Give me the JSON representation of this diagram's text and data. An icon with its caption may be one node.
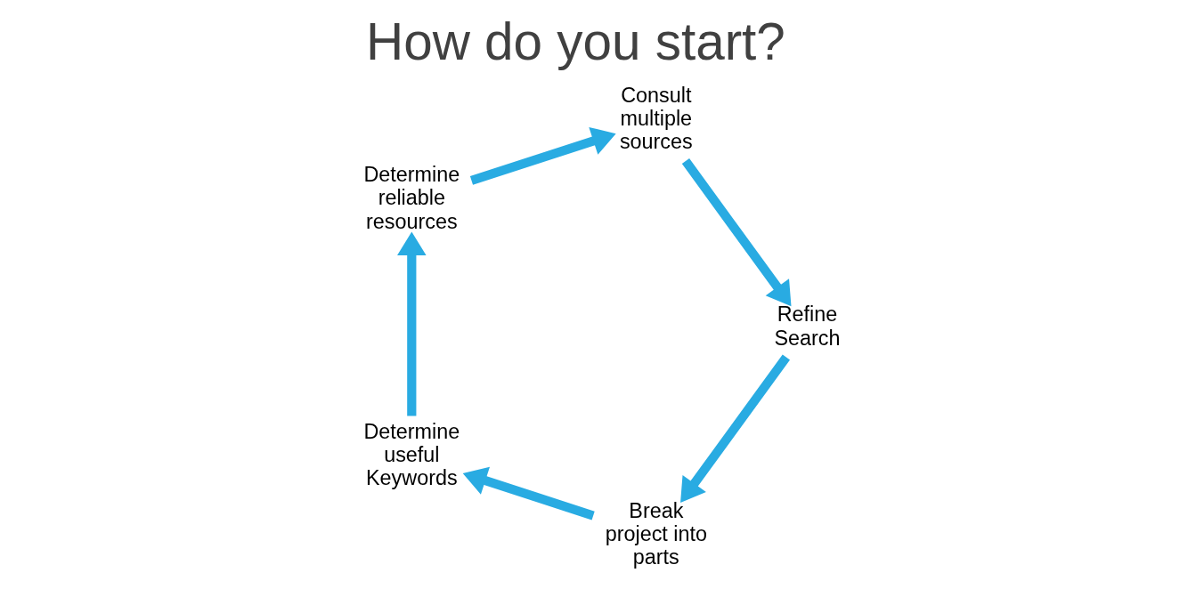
{
  "diagram": {
    "title": "How do you start?",
    "nodes": [
      {
        "text": [
          "Break project into parts"
        ]
      },
      {
        "text": [
          "Determine useful Keywords"
        ]
      },
      {
        "text": [
          "Determine reliable resources"
        ]
      },
      {
        "text": [
          "Consult multiple sources"
        ]
      },
      {
        "text": [
          "Refine Search"
        ]
      }
    ],
    "edges": [
      {
        "from": 0,
        "to": 1,
        "arrow": "to"
      },
      {
        "from": 1,
        "to": 2,
        "arrow": "to"
      },
      {
        "from": 2,
        "to": 3,
        "arrow": "to"
      },
      {
        "from": 3,
        "to": 4,
        "arrow": "to"
      },
      {
        "from": 4,
        "to": 0,
        "arrow": "to"
      }
    ]
  }
}
